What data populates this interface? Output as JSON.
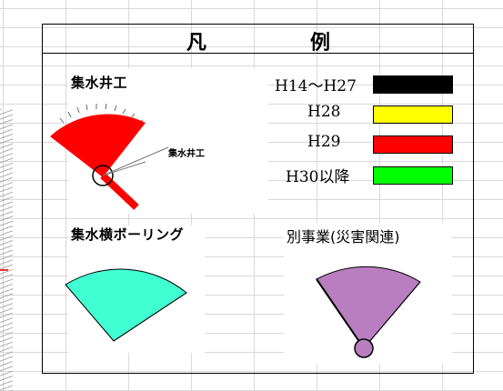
{
  "legend": {
    "header_left": "凡",
    "header_right": "例"
  },
  "sections": {
    "well": "集水井工",
    "well_callout": "集水井工",
    "boring": "集水横ボーリング",
    "other": "別事業(災害関連)"
  },
  "year_legend": [
    {
      "label": "H14〜H27",
      "color": "#000000"
    },
    {
      "label": "H28",
      "color": "#ffff00"
    },
    {
      "label": "H29",
      "color": "#ff0000"
    },
    {
      "label": "H30以降",
      "color": "#00ff00"
    }
  ],
  "symbol_colors": {
    "well_fan": "#ff0000",
    "boring_fan": "#40ffd0",
    "other_fan": "#b87ec0"
  }
}
